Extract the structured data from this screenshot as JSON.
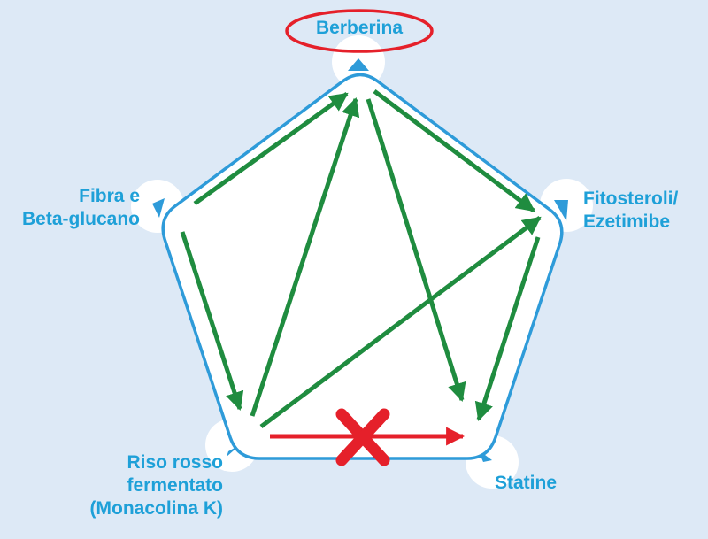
{
  "nodes": [
    {
      "id": "top",
      "lines": [
        "Berberina"
      ],
      "highlighted": true
    },
    {
      "id": "right",
      "lines": [
        "Fitosteroli/",
        "Ezetimibe"
      ]
    },
    {
      "id": "bottom_right",
      "lines": [
        "Statine"
      ]
    },
    {
      "id": "bottom_left",
      "lines": [
        "Riso rosso",
        "fermentato",
        "(Monacolina K)"
      ]
    },
    {
      "id": "left",
      "lines": [
        "Fibra e",
        "Beta-glucano"
      ]
    }
  ],
  "edges": [
    {
      "from": "left",
      "to": "top",
      "status": "compatible"
    },
    {
      "from": "left",
      "to": "bottom_left",
      "status": "compatible"
    },
    {
      "from": "bottom_left",
      "to": "top",
      "status": "compatible"
    },
    {
      "from": "bottom_left",
      "to": "right",
      "status": "compatible"
    },
    {
      "from": "top",
      "to": "right",
      "status": "compatible"
    },
    {
      "from": "top",
      "to": "bottom_right",
      "status": "compatible"
    },
    {
      "from": "right",
      "to": "bottom_right",
      "status": "compatible"
    },
    {
      "from": "bottom_left",
      "to": "bottom_right",
      "status": "not_recommended"
    }
  ],
  "colors": {
    "background": "#dde9f6",
    "pentagon_fill": "#ffffff",
    "pentagon_border": "#2e9bd9",
    "label_text": "#1ea0d8",
    "compatible_arrow": "#1f8c3f",
    "not_recommended_arrow": "#e5202a",
    "cross_mark": "#e5202a",
    "highlight_ring": "#e5202a"
  }
}
